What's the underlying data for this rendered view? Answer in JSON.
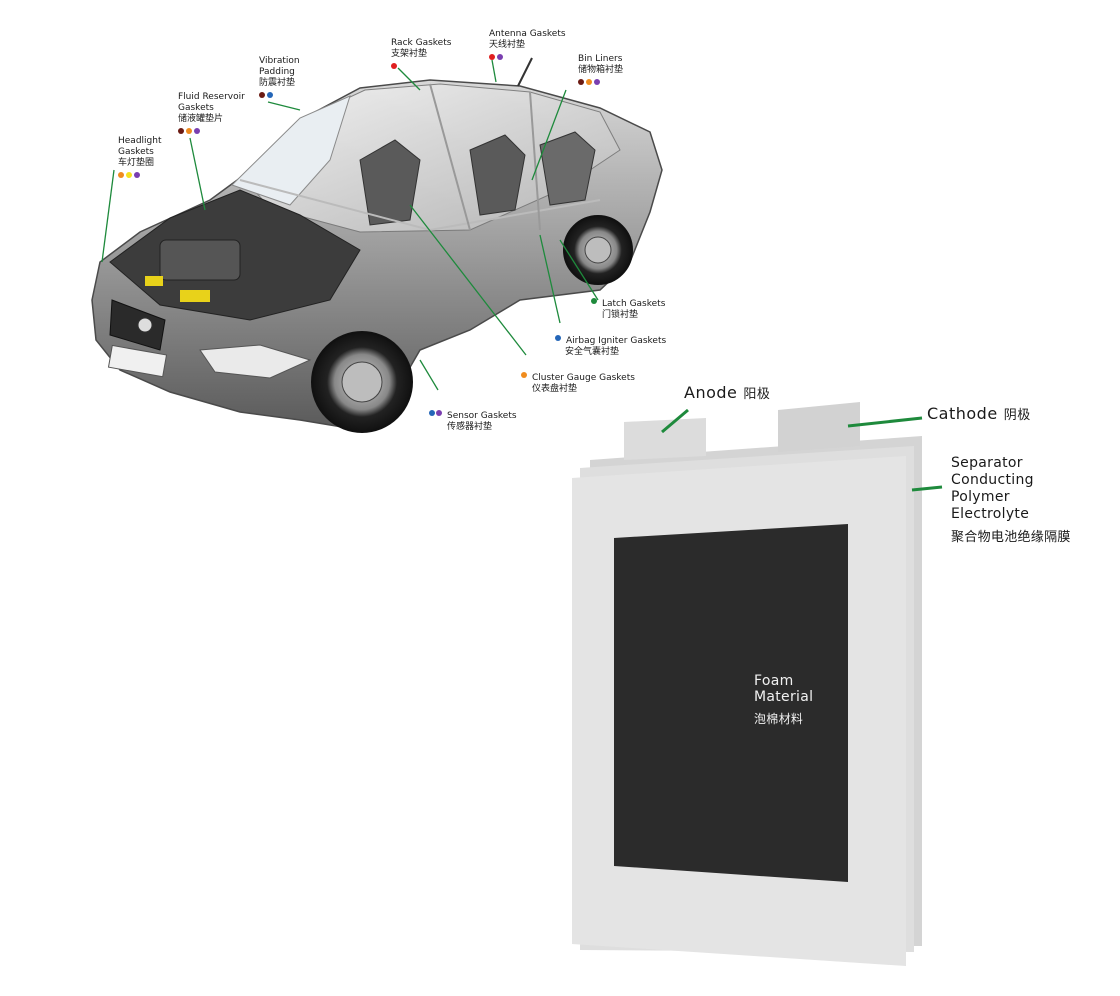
{
  "car_labels": {
    "headlight": {
      "en": "Headlight Gaskets",
      "cn": "车灯垫圈",
      "dots": [
        "#f08c1e",
        "#f5e11e",
        "#7a3fb0"
      ]
    },
    "fluid_reservoir": {
      "en": "Fluid Reservoir Gaskets",
      "cn": "储液罐垫片",
      "dots": [
        "#6b1a12",
        "#f08c1e",
        "#7a3fb0"
      ]
    },
    "vibration": {
      "en": "Vibration Padding",
      "cn": "防震衬垫",
      "dots": [
        "#6b1a12",
        "#2466b8"
      ]
    },
    "rack": {
      "en": "Rack Gaskets",
      "cn": "支架衬垫",
      "dots": [
        "#e02020"
      ]
    },
    "antenna": {
      "en": "Antenna Gaskets",
      "cn": "天线衬垫",
      "dots": [
        "#e02020",
        "#7a3fb0"
      ]
    },
    "bin_liners": {
      "en": "Bin Liners",
      "cn": "储物箱衬垫",
      "dots": [
        "#6b1a12",
        "#f08c1e",
        "#7a3fb0"
      ]
    },
    "latch": {
      "en": "Latch Gaskets",
      "cn": "门锁衬垫",
      "dots": [
        "#1e8a3c"
      ]
    },
    "airbag": {
      "en": "Airbag Igniter Gaskets",
      "cn": "安全气囊衬垫",
      "dots": [
        "#2466b8"
      ]
    },
    "cluster": {
      "en": "Cluster Gauge Gaskets",
      "cn": "仪表盘衬垫",
      "dots": [
        "#f08c1e"
      ]
    },
    "sensor": {
      "en": "Sensor Gaskets",
      "cn": "传感器衬垫",
      "dots": [
        "#2466b8",
        "#7a3fb0"
      ]
    }
  },
  "battery": {
    "anode": {
      "en": "Anode",
      "cn": "阳极"
    },
    "cathode": {
      "en": "Cathode",
      "cn": "阴极"
    },
    "separator": {
      "line1": "Separator",
      "line2": "Conducting",
      "line3": "Polymer",
      "line4": "Electrolyte",
      "cn": "聚合物电池绝缘隔膜"
    },
    "foam": {
      "line1": "Foam",
      "line2": "Material",
      "cn": "泡棉材料"
    }
  },
  "colors": {
    "leader_line": "#1e8a3c",
    "foam": "#2b2b2b",
    "battery_body": "#e4e4e4"
  }
}
